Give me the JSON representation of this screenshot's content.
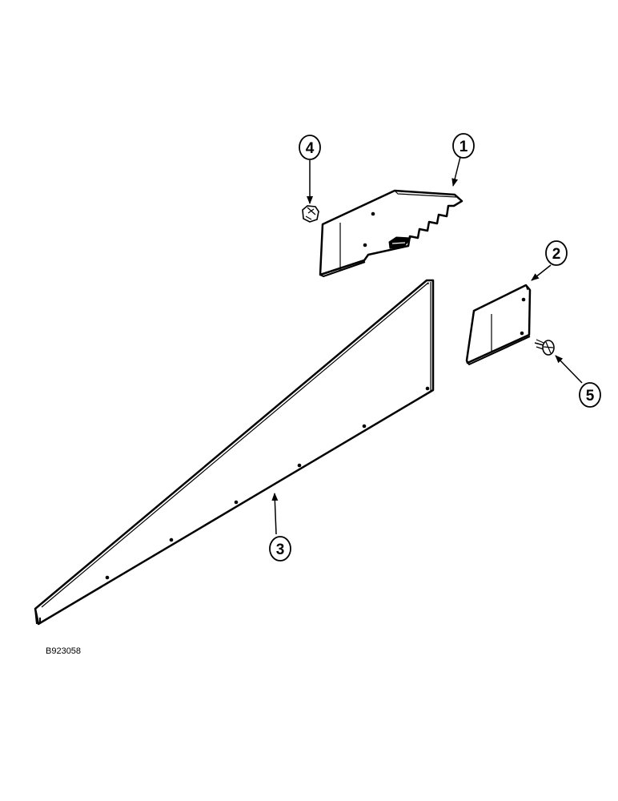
{
  "figure_id": "B923058",
  "callouts": [
    {
      "number": "1",
      "part": "upper-shield"
    },
    {
      "number": "2",
      "part": "small-plate"
    },
    {
      "number": "3",
      "part": "triangular-panel"
    },
    {
      "number": "4",
      "part": "nut"
    },
    {
      "number": "5",
      "part": "bolt"
    }
  ],
  "colors": {
    "line": "#000000",
    "background": "#ffffff"
  }
}
